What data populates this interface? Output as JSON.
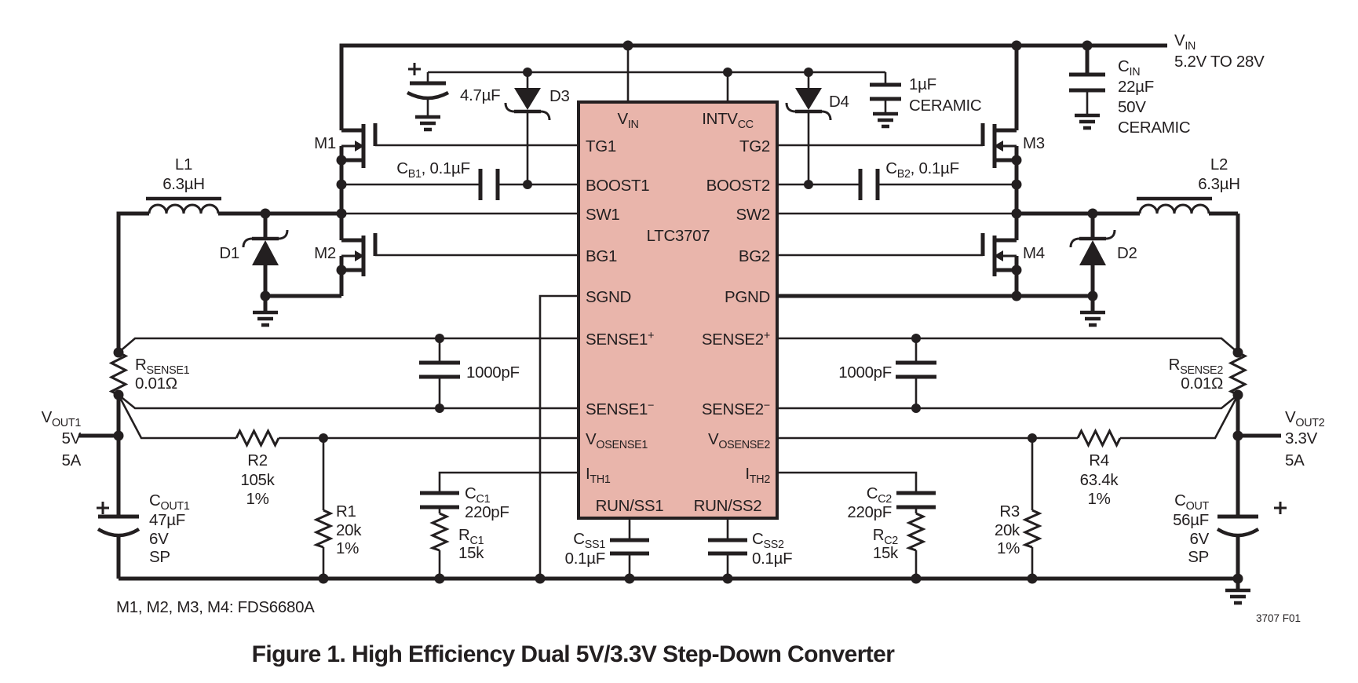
{
  "colors": {
    "ink": "#231f20",
    "ic-fill": "#e9b5ab",
    "bg": "#ffffff"
  },
  "ic": {
    "part": "LTC3707",
    "pins": {
      "vin": "V~IN~",
      "intvcc": "INTV~CC~",
      "tg1": "TG1",
      "boost1": "BOOST1",
      "sw1": "SW1",
      "bg1": "BG1",
      "sgnd": "SGND",
      "sense1p": "SENSE1^+^",
      "sense1m": "SENSE1^−^",
      "vosense1": "V~OSENSE1~",
      "ith1": "I~TH1~",
      "runss1": "RUN/SS1",
      "tg2": "TG2",
      "boost2": "BOOST2",
      "sw2": "SW2",
      "bg2": "BG2",
      "pgnd": "PGND",
      "sense2p": "SENSE2^+^",
      "sense2m": "SENSE2^−^",
      "vosense2": "V~OSENSE2~",
      "ith2": "I~TH2~",
      "runss2": "RUN/SS2"
    }
  },
  "supply": {
    "vin": "V~IN~",
    "vin_range": "5.2V TO 28V"
  },
  "outputs": {
    "vout1": "V~OUT1~",
    "vout1_v": "5V",
    "vout1_i": "5A",
    "vout2": "V~OUT2~",
    "vout2_v": "3.3V",
    "vout2_i": "5A"
  },
  "components": {
    "m1": "M1",
    "m2": "M2",
    "m3": "M3",
    "m4": "M4",
    "d1": "D1",
    "d2": "D2",
    "d3": "D3",
    "d4": "D4",
    "l1": "L1",
    "l1_val": "6.3µH",
    "l2": "L2",
    "l2_val": "6.3µH",
    "cb1": "C~B1~, 0.1µF",
    "cb2": "C~B2~, 0.1µF",
    "c_intvcc": "4.7µF",
    "c_1uf": "1µF",
    "c_1uf_type": "CERAMIC",
    "cin": "C~IN~",
    "cin_val": "22µF",
    "cin_v": "50V",
    "cin_type": "CERAMIC",
    "rsense1": "R~SENSE1~",
    "rsense1_val": "0.01Ω",
    "rsense2": "R~SENSE2~",
    "rsense2_val": "0.01Ω",
    "c1000_1": "1000pF",
    "c1000_2": "1000pF",
    "r1": "R1",
    "r1_val": "20k",
    "r1_tol": "1%",
    "r2": "R2",
    "r2_val": "105k",
    "r2_tol": "1%",
    "r3": "R3",
    "r3_val": "20k",
    "r3_tol": "1%",
    "r4": "R4",
    "r4_val": "63.4k",
    "r4_tol": "1%",
    "cc1": "C~C1~",
    "cc1_val": "220pF",
    "rc1": "R~C1~",
    "rc1_val": "15k",
    "cc2": "C~C2~",
    "cc2_val": "220pF",
    "rc2": "R~C2~",
    "rc2_val": "15k",
    "css1": "C~SS1~",
    "css1_val": "0.1µF",
    "css2": "C~SS2~",
    "css2_val": "0.1µF",
    "cout1": "C~OUT1~",
    "cout1_val": "47µF",
    "cout1_v": "6V",
    "cout1_type": "SP",
    "cout2": "C~OUT~",
    "cout2_val": "56µF",
    "cout2_v": "6V",
    "cout2_type": "SP"
  },
  "notes": {
    "mosfet_note": "M1, M2, M3, M4: FDS6680A",
    "fig_code": "3707 F01"
  },
  "caption": "Figure 1. High Efficiency Dual 5V/3.3V Step-Down Converter"
}
